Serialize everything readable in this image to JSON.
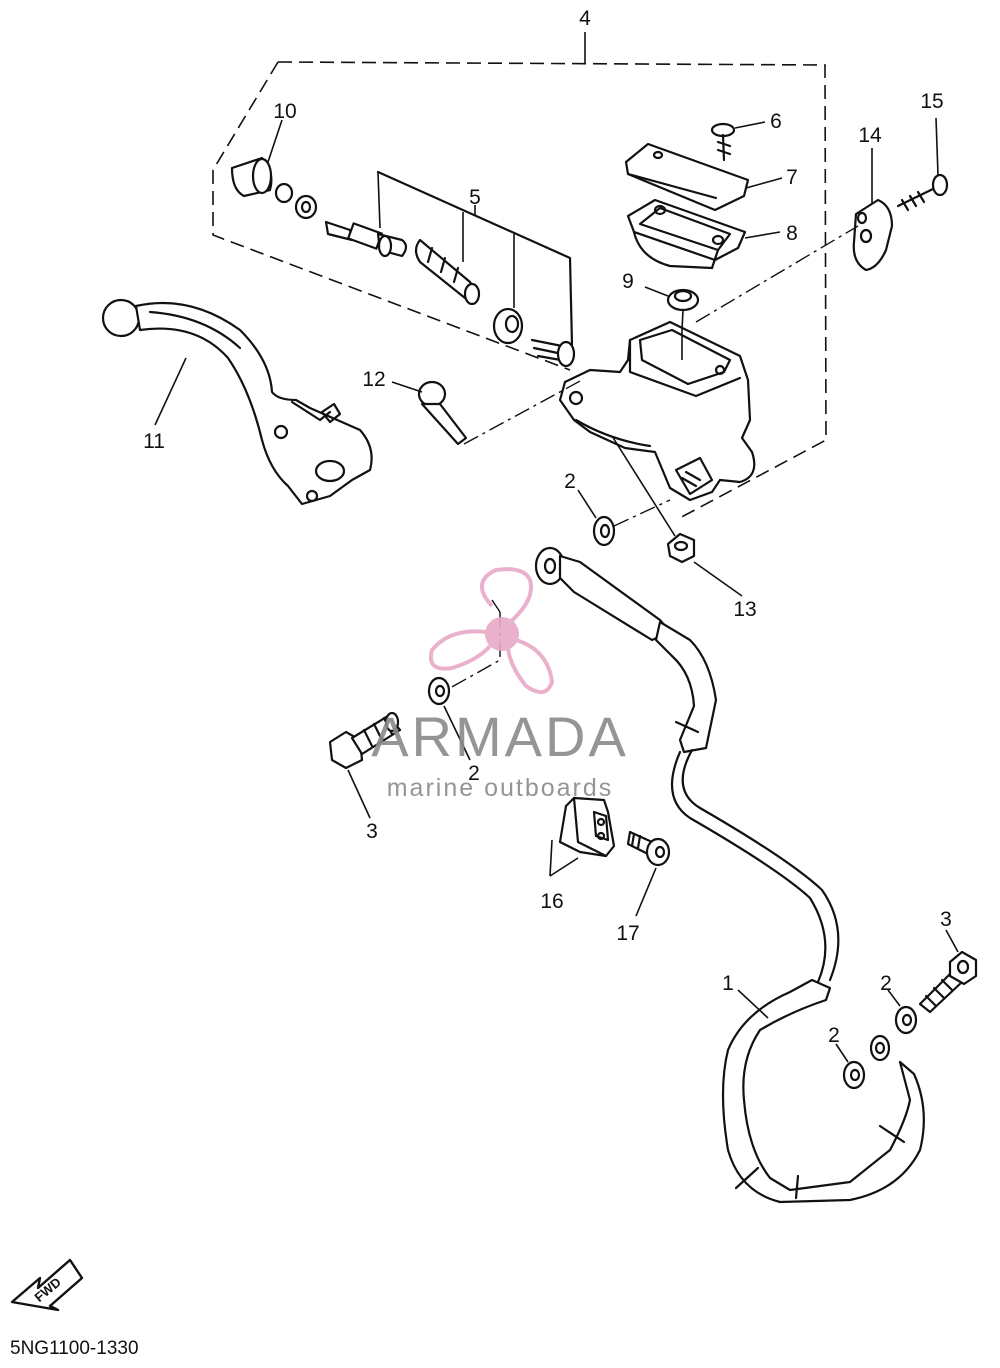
{
  "diagram": {
    "part_code": "5NG1100-1330",
    "direction_label": "FWD"
  },
  "callouts": {
    "c1": "1",
    "c2a": "2",
    "c2b": "2",
    "c2c": "2",
    "c2d": "2",
    "c3a": "3",
    "c3b": "3",
    "c4": "4",
    "c5": "5",
    "c6": "6",
    "c7": "7",
    "c8": "8",
    "c9": "9",
    "c10": "10",
    "c11": "11",
    "c12": "12",
    "c13": "13",
    "c14": "14",
    "c15": "15",
    "c16": "16",
    "c17": "17"
  },
  "watermark": {
    "title": "ARMADA",
    "subtitle": "marine outboards",
    "color": "#e8a9c8"
  }
}
